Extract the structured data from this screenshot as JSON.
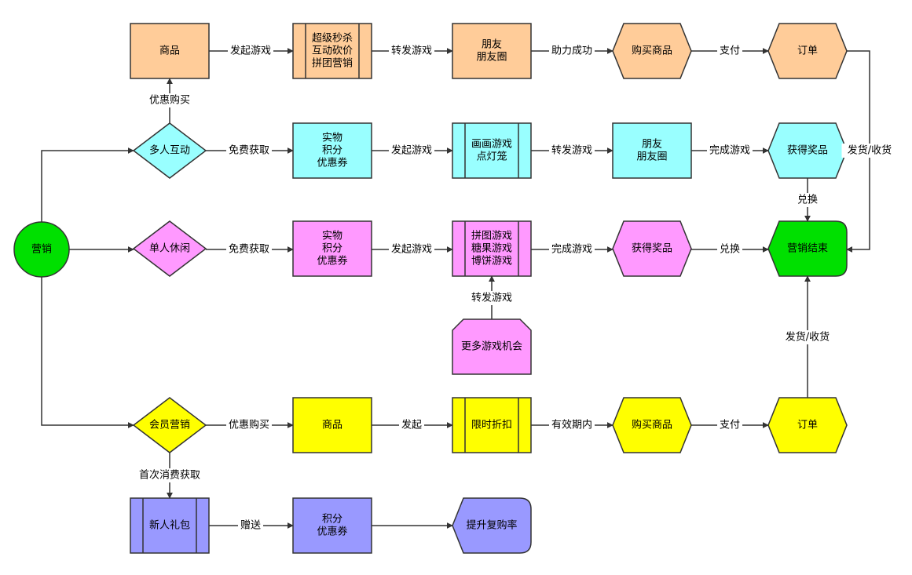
{
  "nodes": {
    "start": {
      "lines": [
        "营销"
      ],
      "fill": "#00e000"
    },
    "multi": {
      "lines": [
        "多人互动"
      ],
      "fill": "#99ffff"
    },
    "single": {
      "lines": [
        "单人休闲"
      ],
      "fill": "#ff99ff"
    },
    "member": {
      "lines": [
        "会员营销"
      ],
      "fill": "#ffff00"
    },
    "r1_product": {
      "lines": [
        "商品"
      ],
      "fill": "#ffcc99"
    },
    "r1_promo": {
      "lines": [
        "超级秒杀",
        "互动砍价",
        "拼团营销"
      ],
      "fill": "#ffcc99"
    },
    "r1_friends": {
      "lines": [
        "朋友",
        "朋友圈"
      ],
      "fill": "#ffcc99"
    },
    "r1_buy": {
      "lines": [
        "购买商品"
      ],
      "fill": "#ffcc99"
    },
    "r1_order": {
      "lines": [
        "订单"
      ],
      "fill": "#ffcc99"
    },
    "r2_rewards": {
      "lines": [
        "实物",
        "积分",
        "优惠券"
      ],
      "fill": "#99ffff"
    },
    "r2_games": {
      "lines": [
        "画画游戏",
        "点灯笼"
      ],
      "fill": "#99ffff"
    },
    "r2_friends": {
      "lines": [
        "朋友",
        "朋友圈"
      ],
      "fill": "#99ffff"
    },
    "r2_prize": {
      "lines": [
        "获得奖品"
      ],
      "fill": "#99ffff"
    },
    "r3_rewards": {
      "lines": [
        "实物",
        "积分",
        "优惠券"
      ],
      "fill": "#ff99ff"
    },
    "r3_games": {
      "lines": [
        "拼图游戏",
        "糖果游戏",
        "博饼游戏"
      ],
      "fill": "#ff99ff"
    },
    "r3_prize": {
      "lines": [
        "获得奖品"
      ],
      "fill": "#ff99ff"
    },
    "end": {
      "lines": [
        "营销结束"
      ],
      "fill": "#00e000"
    },
    "more": {
      "lines": [
        "更多游戏机会"
      ],
      "fill": "#ff99ff"
    },
    "r4_product": {
      "lines": [
        "商品"
      ],
      "fill": "#ffff00"
    },
    "r4_discount": {
      "lines": [
        "限时折扣"
      ],
      "fill": "#ffff00"
    },
    "r4_buy": {
      "lines": [
        "购买商品"
      ],
      "fill": "#ffff00"
    },
    "r4_order": {
      "lines": [
        "订单"
      ],
      "fill": "#ffff00"
    },
    "gift": {
      "lines": [
        "新人礼包"
      ],
      "fill": "#9999ff"
    },
    "r5_rewards": {
      "lines": [
        "积分",
        "优惠券"
      ],
      "fill": "#9999ff"
    },
    "repurchase": {
      "lines": [
        "提升复购率"
      ],
      "fill": "#9999ff"
    }
  },
  "edges": {
    "start_multi": "",
    "start_single": "",
    "start_member": "",
    "multi_product": "优惠购买",
    "r1_a": "发起游戏",
    "r1_b": "转发游戏",
    "r1_c": "助力成功",
    "r1_d": "支付",
    "r1_e": "发货/收货",
    "r2_a": "免费获取",
    "r2_b": "发起游戏",
    "r2_c": "转发游戏",
    "r2_d": "完成游戏",
    "r2_e": "兑换",
    "r3_a": "免费获取",
    "r3_b": "发起游戏",
    "r3_c": "完成游戏",
    "r3_d": "兑换",
    "more_up": "转发游戏",
    "r4_a": "优惠购买",
    "r4_b": "发起",
    "r4_c": "有效期内",
    "r4_d": "支付",
    "r4_e": "发货/收货",
    "member_gift": "首次消费获取",
    "r5_a": "赠送",
    "r5_b": ""
  }
}
